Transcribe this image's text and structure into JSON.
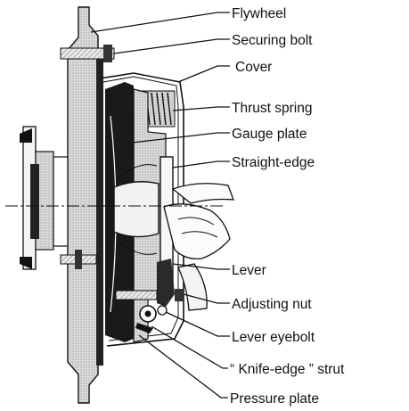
{
  "labels": [
    {
      "id": "flywheel",
      "text": "Flywheel"
    },
    {
      "id": "securing-bolt",
      "text": "Securing bolt"
    },
    {
      "id": "cover",
      "text": "Cover"
    },
    {
      "id": "thrust-spring",
      "text": "Thrust spring"
    },
    {
      "id": "gauge-plate",
      "text": "Gauge plate"
    },
    {
      "id": "straight-edge",
      "text": "Straight-edge"
    },
    {
      "id": "lever",
      "text": "Lever"
    },
    {
      "id": "adjusting-nut",
      "text": "Adjusting nut"
    },
    {
      "id": "lever-eyebolt",
      "text": "Lever eyebolt"
    },
    {
      "id": "knife-edge-strut",
      "text": "“ Knife-edge ” strut"
    },
    {
      "id": "pressure-plate",
      "text": "Pressure plate"
    }
  ]
}
